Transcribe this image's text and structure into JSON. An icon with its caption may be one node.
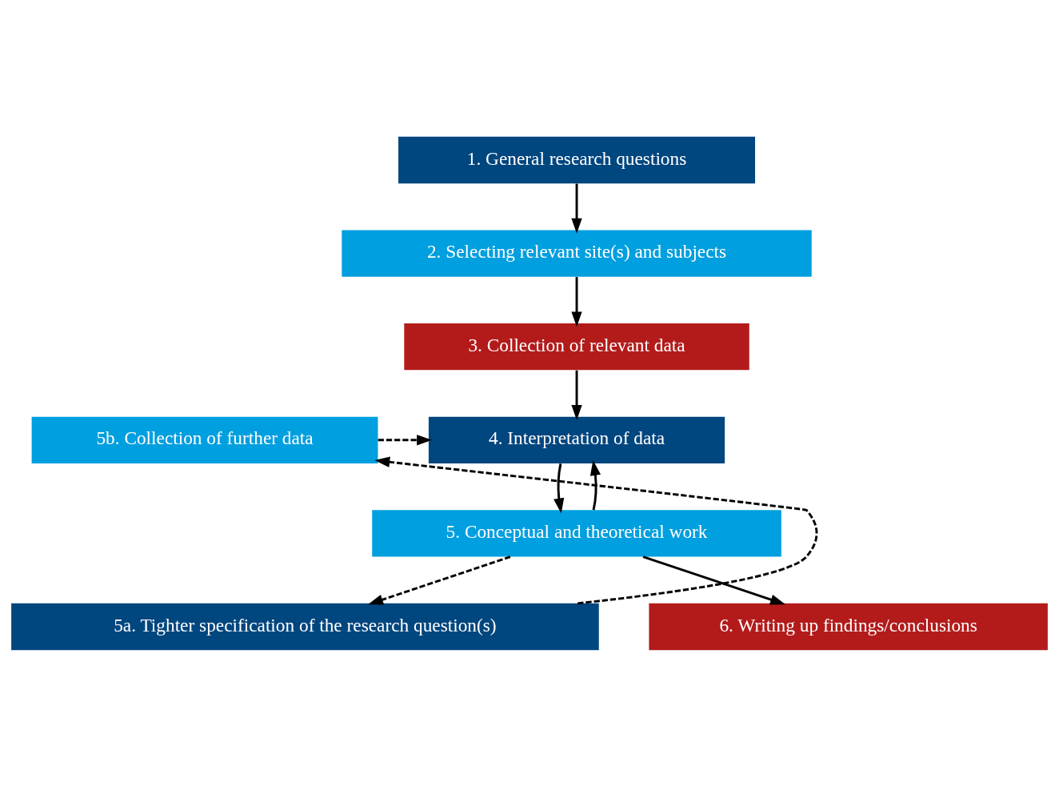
{
  "diagram": {
    "nodes": [
      {
        "text": [
          "1. General research questions"
        ]
      },
      {
        "text": [
          "2. Selecting relevant site(s) and subjects"
        ]
      },
      {
        "text": [
          "3. Collection of relevant data"
        ]
      },
      {
        "text": [
          "5b. Collection of further data"
        ]
      },
      {
        "text": [
          "4. Interpretation of data"
        ]
      },
      {
        "text": [
          "5. Conceptual and theoretical work"
        ]
      },
      {
        "text": [
          "5a. Tighter specification of the research question(s)"
        ]
      },
      {
        "text": [
          "6. Writing up findings/conclusions"
        ]
      }
    ],
    "edges": [
      {
        "from": 0,
        "to": 1,
        "arrow": "to"
      },
      {
        "from": 1,
        "to": 2,
        "arrow": "to"
      },
      {
        "from": 2,
        "to": 4,
        "arrow": "to"
      },
      {
        "from": 3,
        "to": 4,
        "arrow": "to",
        "style": "dashed"
      },
      {
        "from": 4,
        "to": 5,
        "arrow": "to"
      },
      {
        "from": 5,
        "to": 4,
        "arrow": "to"
      },
      {
        "from": 5,
        "to": 6,
        "arrow": "to",
        "style": "dashed"
      },
      {
        "from": 6,
        "to": 3,
        "arrow": "to",
        "style": "dashed"
      },
      {
        "from": 5,
        "to": 7,
        "arrow": "to"
      }
    ]
  }
}
